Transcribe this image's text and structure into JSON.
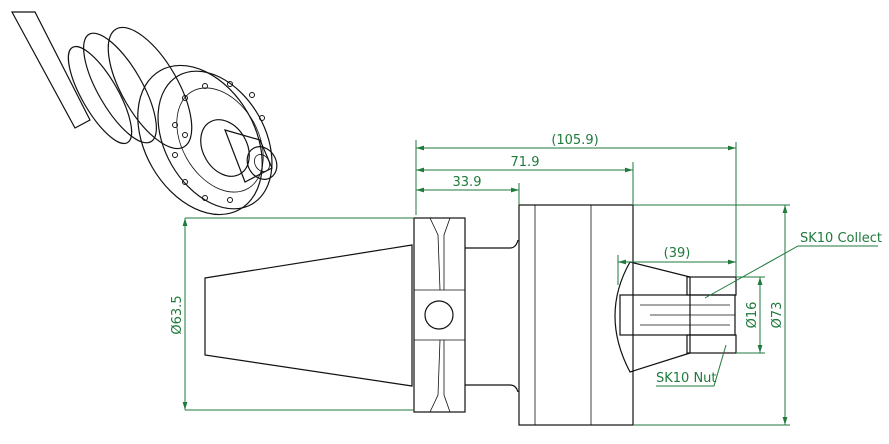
{
  "drawing": {
    "dimensions": {
      "overall_length": "(105.9)",
      "body_length": "71.9",
      "flange_length": "33.9",
      "nut_projection": "(39)",
      "flange_diameter": "Ø63.5",
      "body_diameter": "Ø73",
      "nut_diameter": "Ø16"
    },
    "callouts": {
      "collet": "SK10 Collect",
      "nut": "SK10 Nut"
    },
    "colors": {
      "dimension": "#1f7a3c",
      "outline": "#111111"
    }
  }
}
